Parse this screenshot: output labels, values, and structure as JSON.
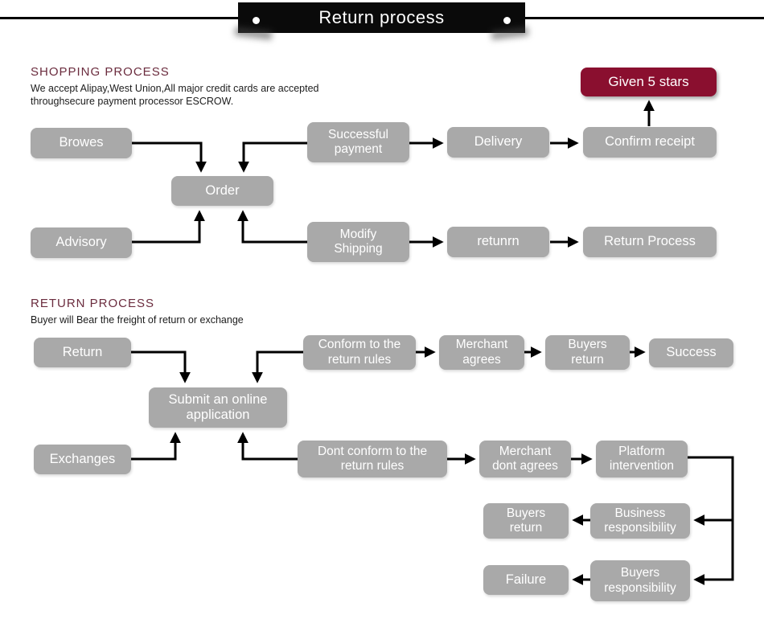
{
  "banner": {
    "title": "Return process"
  },
  "colors": {
    "node_gray": "#a9a9a9",
    "accent_maroon": "#8a0f2f",
    "heading_maroon": "#6b2c3e",
    "connector": "#000000",
    "banner_bg": "#0a0a0a"
  },
  "shopping": {
    "heading": "SHOPPING PROCESS",
    "subtitle": [
      "We accept Alipay,West Union,All major credit cards are accepted",
      "throughsecure payment processor ESCROW."
    ],
    "nodes": {
      "browes": "Browes",
      "successful_payment": "Successful\npayment",
      "delivery": "Delivery",
      "confirm_receipt": "Confirm receipt",
      "given_5_stars": "Given 5 stars",
      "order": "Order",
      "advisory": "Advisory",
      "modify_shipping": "Modify\nShipping",
      "retunrn": "retunrn",
      "return_process": "Return Process"
    },
    "edges": [
      "Browes → Order",
      "Advisory → Order",
      "Successful payment → Order",
      "Modify Shipping → Order",
      "Successful payment → Delivery",
      "Delivery → Confirm receipt",
      "Confirm receipt → Given 5 stars",
      "Modify Shipping → retunrn",
      "retunrn → Return Process"
    ]
  },
  "returns": {
    "heading": "RETURN PROCESS",
    "subtitle": "Buyer will Bear the freight of return or exchange",
    "nodes": {
      "return": "Return",
      "conform_rules": "Conform to the\nreturn rules",
      "merchant_agrees": "Merchant\nagrees",
      "buyers_return": "Buyers\nreturn",
      "success": "Success",
      "submit_application": "Submit an online\napplication",
      "exchanges": "Exchanges",
      "dont_conform_rules": "Dont conform to the\nreturn rules",
      "merchant_dont_agrees": "Merchant\ndont agrees",
      "platform_intervention": "Platform\nintervention",
      "buyers_return_2": "Buyers\nreturn",
      "business_responsibility": "Business\nresponsibility",
      "failure": "Failure",
      "buyers_responsibility": "Buyers\nresponsibility"
    },
    "edges": [
      "Return → Submit an online application",
      "Exchanges → Submit an online application",
      "Conform to the return rules → Submit an online application",
      "Dont conform to the return rules → Submit an online application",
      "Conform to the return rules → Merchant agrees",
      "Merchant agrees → Buyers return",
      "Buyers return → Success",
      "Dont conform to the return rules → Merchant dont agrees",
      "Merchant dont agrees → Platform intervention",
      "Platform intervention → Business responsibility",
      "Business responsibility → Buyers return",
      "Platform intervention → Buyers responsibility",
      "Buyers responsibility → Failure"
    ]
  }
}
